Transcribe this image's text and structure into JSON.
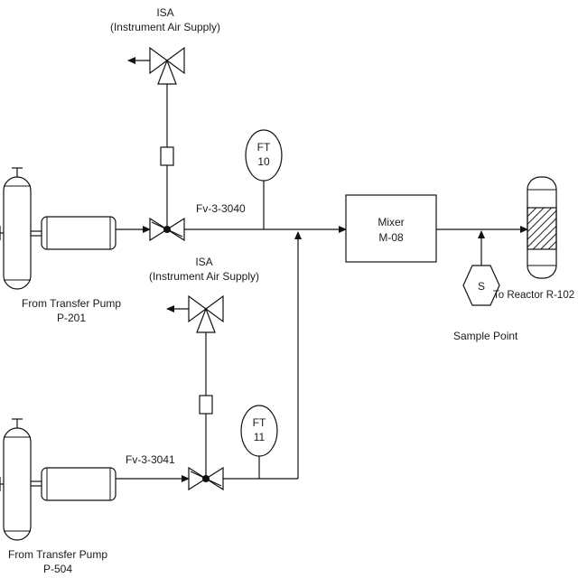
{
  "isa_top": {
    "line1": "ISA",
    "line2": "(Instrument Air Supply)"
  },
  "isa_bottom": {
    "line1": "ISA",
    "line2": "(Instrument Air Supply)"
  },
  "ft_top": {
    "tag": "FT",
    "number": "10"
  },
  "ft_bottom": {
    "tag": "FT",
    "number": "11"
  },
  "valve_top": {
    "label": "Fv-3-3040"
  },
  "valve_bottom": {
    "label": "Fv-3-3041"
  },
  "pump_top": {
    "line1": "From Transfer Pump",
    "line2": "P-201"
  },
  "pump_bottom": {
    "line1": "From Transfer Pump",
    "line2": "P-504"
  },
  "mixer": {
    "line1": "Mixer",
    "line2": "M-08"
  },
  "sample": {
    "symbol": "S",
    "label": "Sample Point"
  },
  "reactor": {
    "label": "To Reactor R-102"
  }
}
